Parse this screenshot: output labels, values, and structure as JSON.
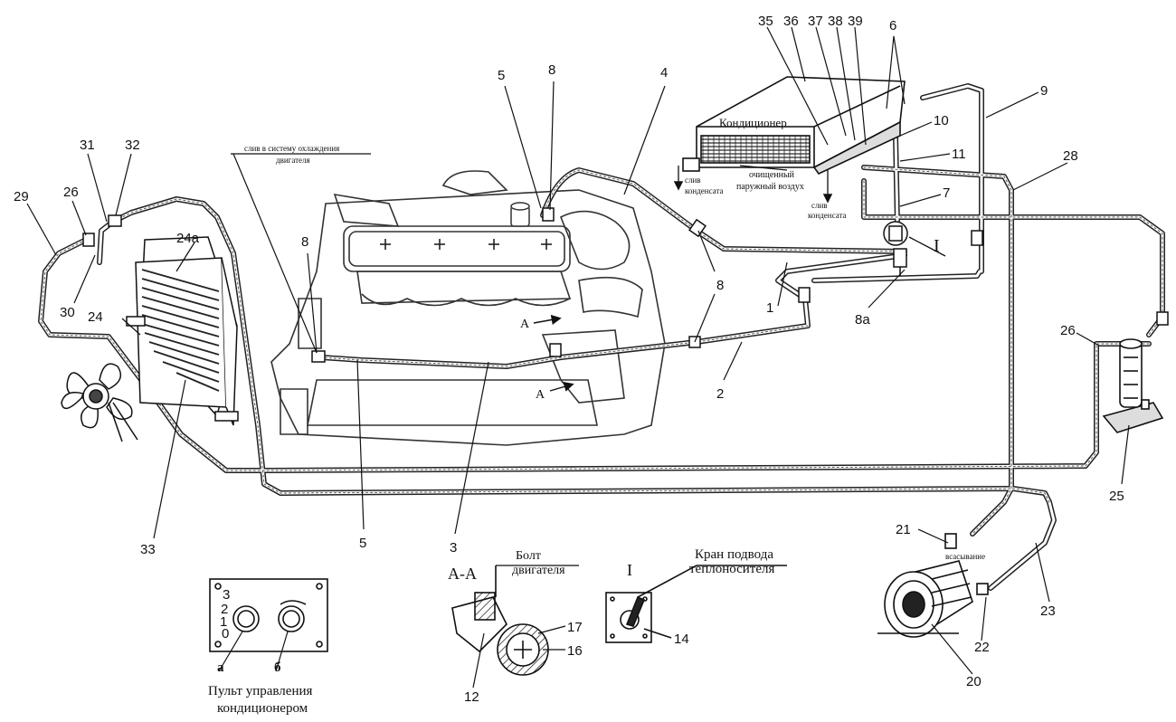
{
  "labels": {
    "aircon": "Кондиционер",
    "drain_to_cooling_line1": "слив в систему охлаждения",
    "drain_to_cooling_line2": "двигателя",
    "condensate_drain_left_line1": "слив",
    "condensate_drain_left_line2": "конденсата",
    "cleaned_air_line1": "очищенный",
    "cleaned_air_line2": "паружный воздух",
    "condensate_drain_right_line1": "слив",
    "condensate_drain_right_line2": "конденсата",
    "section_aa": "A-A",
    "engine_bolt_line1": "Болт",
    "engine_bolt_line2": "двигателя",
    "view_I": "I",
    "heat_valve_line1": "Кран подвода",
    "heat_valve_line2": "теплоносителя",
    "panel_line1": "Пульт управления",
    "panel_line2": "кондиционером",
    "panel_a": "а",
    "panel_b": "б",
    "suction": "всасывание",
    "arrow_A_upper": "А",
    "arrow_A_lower": "А",
    "callout_I": "I"
  },
  "numbers": {
    "n1": "1",
    "n2": "2",
    "n3": "3",
    "n4": "4",
    "n5_top": "5",
    "n5_bottom": "5",
    "n6": "6",
    "n7": "7",
    "n8_top": "8",
    "n8_left": "8",
    "n8_right": "8",
    "n8a": "8а",
    "n9": "9",
    "n10": "10",
    "n11": "11",
    "n12": "12",
    "n14": "14",
    "n16": "16",
    "n17": "17",
    "n20": "20",
    "n21": "21",
    "n22": "22",
    "n23": "23",
    "n24": "24",
    "n24a": "24а",
    "n25": "25",
    "n26_left": "26",
    "n26_right": "26",
    "n28": "28",
    "n29": "29",
    "n30": "30",
    "n31": "31",
    "n32": "32",
    "n33": "33",
    "n35": "35",
    "n36": "36",
    "n37": "37",
    "n38": "38",
    "n39": "39"
  }
}
